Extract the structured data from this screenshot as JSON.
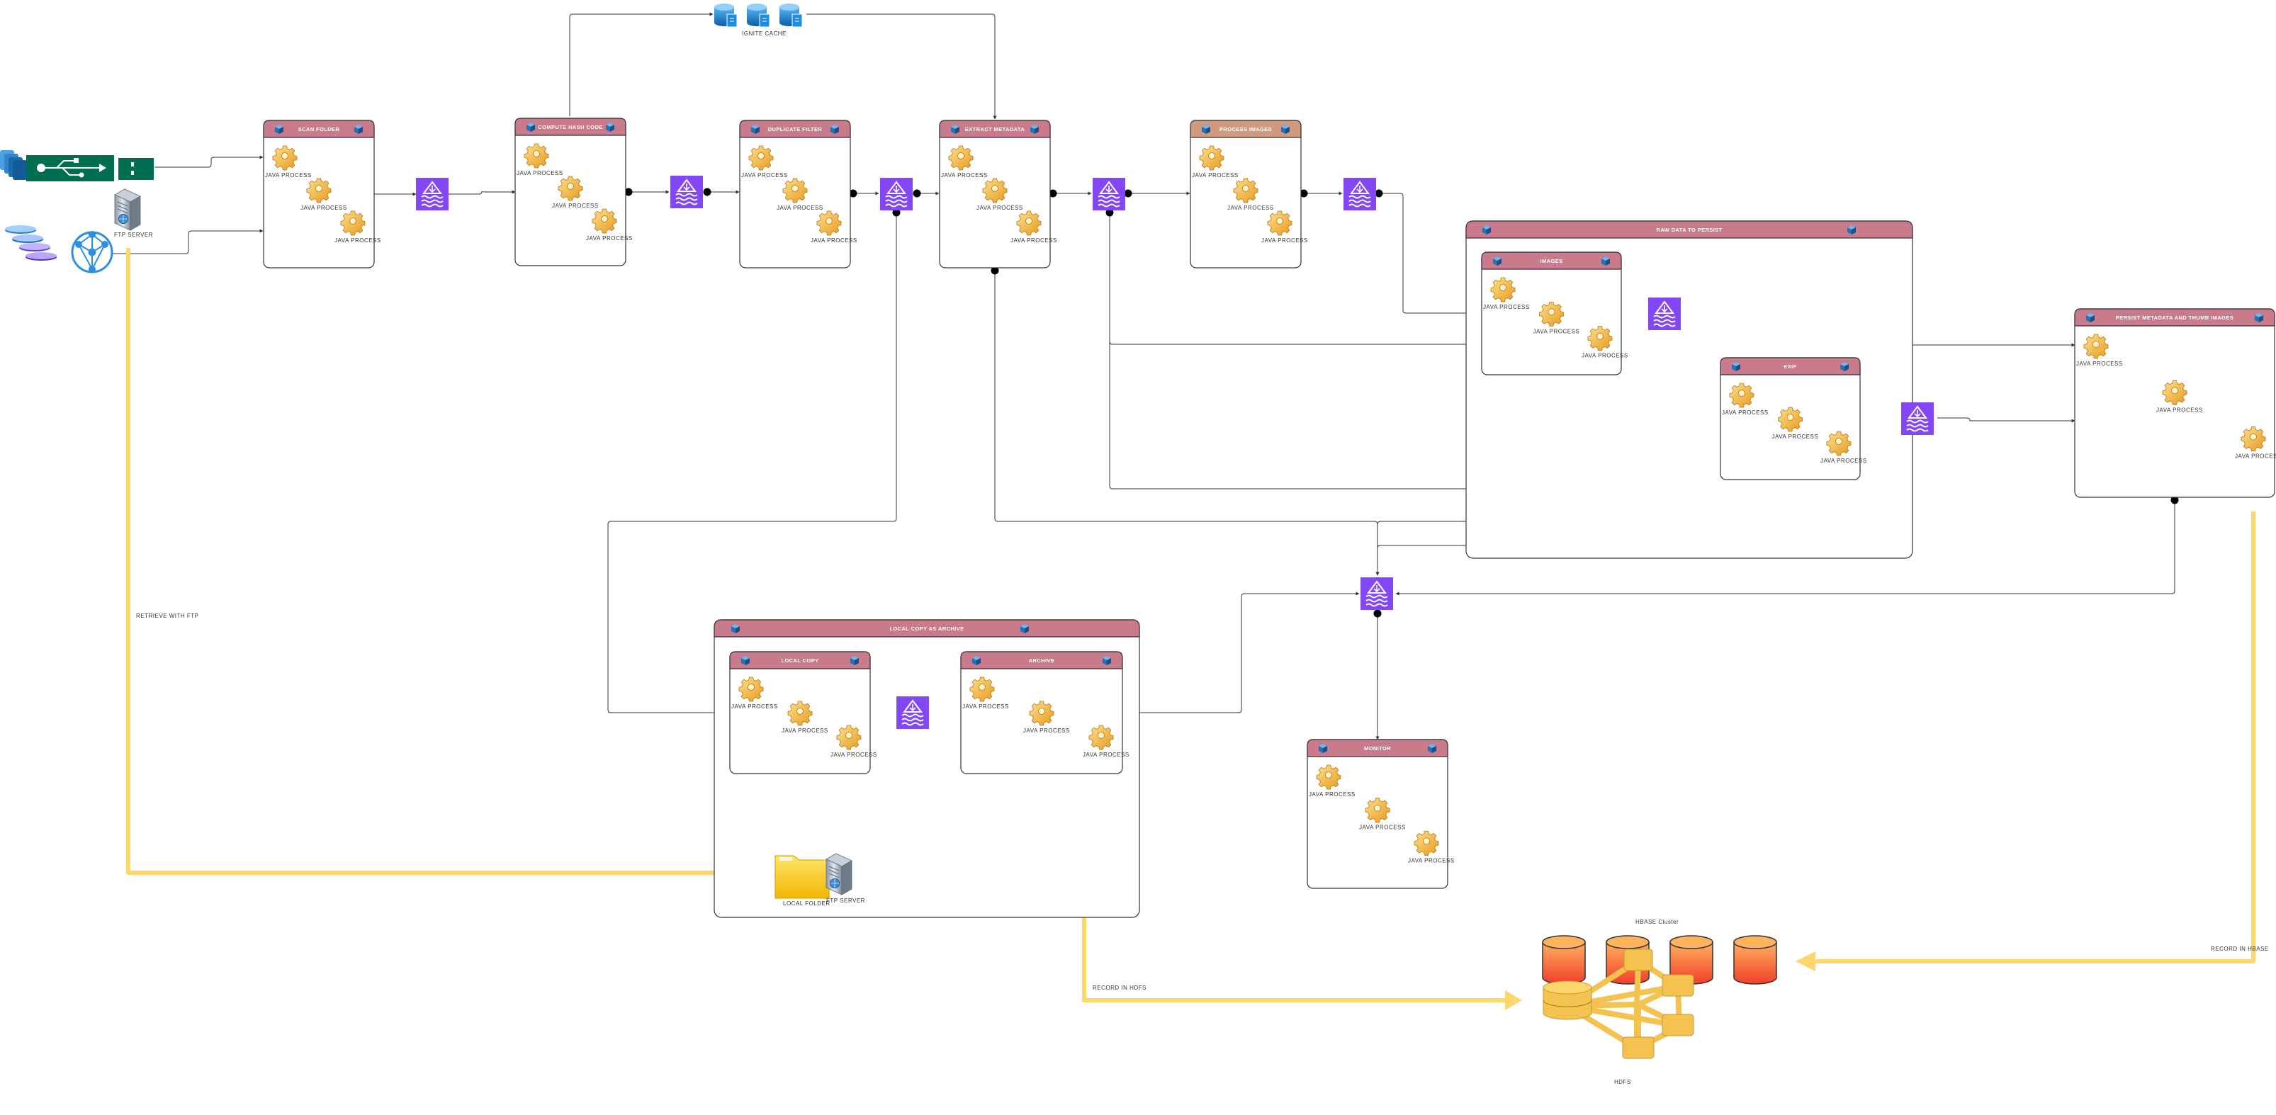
{
  "colors": {
    "header": "#c97a8b",
    "headerAlt": "#d19a7e",
    "queue": "#8c4fff",
    "flow": "#ffd66b",
    "line": "#333333",
    "usb": "#006e51"
  },
  "labels": {
    "ignite_cache": "IGNITE CACHE",
    "ftp_server": "FTP SERVER",
    "retrieve_ftp": "RETRIEVE WITH FTP",
    "local_folder": "LOCAL FOLDER",
    "ftp_server_2": "FTP SERVER",
    "record_hdfs": "RECORD IN HDFS",
    "record_hbase": "RECORD IN HBASE",
    "hbase_cluster": "HBASE Cluster",
    "hdfs": "HDFS"
  },
  "stages": {
    "scan": {
      "title": "SCAN FOLDER",
      "p": [
        "JAVA PROCESS",
        "JAVA PROCESS",
        "JAVA PROCESS"
      ]
    },
    "hash": {
      "title": "COMPUTE HASH CODE",
      "p": [
        "JAVA PROCESS",
        "JAVA PROCESS",
        "JAVA PROCESS"
      ]
    },
    "dup": {
      "title": "DUPLICATE FILTER",
      "p": [
        "JAVA PROCESS",
        "JAVA PROCESS",
        "JAVA PROCESS"
      ]
    },
    "meta": {
      "title": "EXTRACT METADATA",
      "p": [
        "JAVA PROCESS",
        "JAVA PROCESS",
        "JAVA PROCESS"
      ]
    },
    "proc": {
      "title": "PROCESS IMAGES",
      "p": [
        "JAVA PROCESS",
        "JAVA PROCESS",
        "JAVA PROCESS"
      ]
    },
    "persist_group": {
      "title": "RAW DATA TO PERSIST"
    },
    "images": {
      "title": "IMAGES",
      "p": [
        "JAVA PROCESS",
        "JAVA PROCESS",
        "JAVA PROCESS"
      ]
    },
    "exif": {
      "title": "EXIF",
      "p": [
        "JAVA PROCESS",
        "JAVA PROCESS",
        "JAVA PROCESS"
      ]
    },
    "persist": {
      "title": "PERSIST METADATA AND THUMB IMAGES",
      "p": [
        "JAVA PROCESS",
        "JAVA PROCESS",
        "JAVA PROCESS"
      ]
    },
    "local_group": {
      "title": "LOCAL COPY AS ARCHIVE"
    },
    "local": {
      "title": "LOCAL COPY",
      "p": [
        "JAVA PROCESS",
        "JAVA PROCESS",
        "JAVA PROCESS"
      ]
    },
    "archive": {
      "title": "ARCHIVE",
      "p": [
        "JAVA PROCESS",
        "JAVA PROCESS",
        "JAVA PROCESS"
      ]
    },
    "monitor": {
      "title": "MONITOR",
      "p": [
        "JAVA PROCESS",
        "JAVA PROCESS",
        "JAVA PROCESS"
      ]
    }
  }
}
